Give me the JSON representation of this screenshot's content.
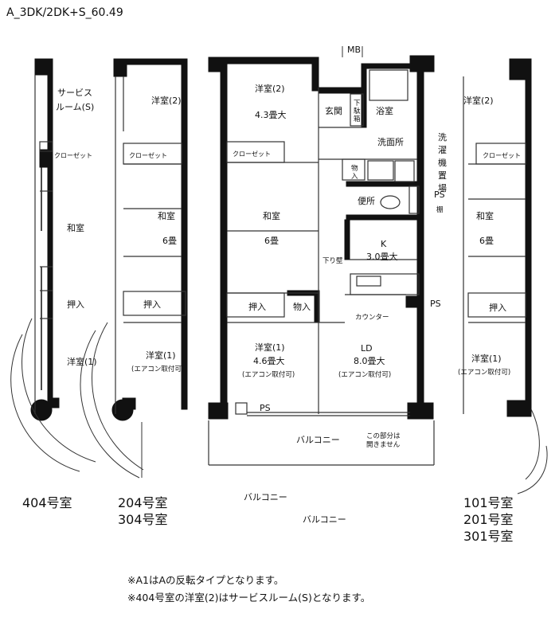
{
  "plan_type": "A_3DK/2DK+S_60.49",
  "colors": {
    "wall": "#111111",
    "line": "#333333",
    "paper": "#ffffff"
  },
  "labels": {
    "mb": "MB",
    "service_room_1": "サービス",
    "service_room_2": "ルーム(S)",
    "closet": "クローゼット",
    "western2": "洋室(2)",
    "western2_size": "4.3畳大",
    "washitsu": "和室",
    "washitsu_size": "6畳",
    "oshiire": "押入",
    "monoire": "物入",
    "monoire_v": [
      "物",
      "入"
    ],
    "western1": "洋室(1)",
    "western1_size": "4.6畳大",
    "aircon": "(エアコン取付可)",
    "genkan": "玄関",
    "shoebox": [
      "下",
      "駄",
      "箱"
    ],
    "bath": "浴室",
    "washroom": "洗面所",
    "laundry": [
      "洗",
      "濯",
      "機",
      "置",
      "場"
    ],
    "ps": "PS",
    "shelf": "棚",
    "toilet": "便所",
    "kitchen": "K",
    "kitchen_size": "3.0畳大",
    "sagari": "下り壁",
    "counter": "カウンター",
    "ld": "LD",
    "ld_size": "8.0畳大",
    "balcony": "バルコニー",
    "no_open_1": "この部分は",
    "no_open_2": "開きません"
  },
  "units": {
    "u404": "404号室",
    "u204_304": [
      "204号室",
      "304号室"
    ],
    "u101_201_301": [
      "101号室",
      "201号室",
      "301号室"
    ]
  },
  "balcony_labels": [
    "バルコニー",
    "バルコニー"
  ],
  "notes": [
    "※A1はAの反転タイプとなります。",
    "※404号室の洋室(2)はサービスルーム(S)となります。"
  ]
}
